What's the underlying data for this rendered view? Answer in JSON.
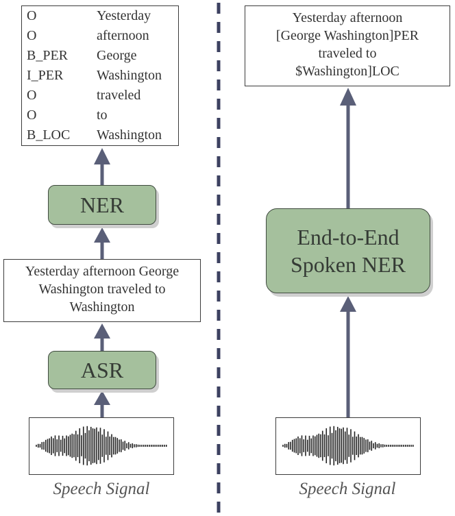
{
  "pipeline": {
    "tagged_output": [
      {
        "tag": "O",
        "token": "Yesterday"
      },
      {
        "tag": "O",
        "token": "afternoon"
      },
      {
        "tag": "B_PER",
        "token": "George"
      },
      {
        "tag": "I_PER",
        "token": "Washington"
      },
      {
        "tag": "O",
        "token": "traveled"
      },
      {
        "tag": "O",
        "token": "to"
      },
      {
        "tag": "B_LOC",
        "token": "Washington"
      }
    ],
    "ner_label": "NER",
    "asr_output_lines": [
      "Yesterday afternoon George",
      "Washington traveled to",
      "Washington"
    ],
    "asr_label": "ASR",
    "input_caption": "Speech Signal"
  },
  "end_to_end": {
    "output_lines": [
      "Yesterday afternoon",
      "[George Washington]PER",
      "traveled to",
      "$Washington]LOC"
    ],
    "model_label_lines": [
      "End-to-End",
      "Spoken NER"
    ],
    "input_caption": "Speech Signal"
  },
  "colors": {
    "model_box_fill": "#a5c09d",
    "arrow": "#5a5f78",
    "divider": "#3c4160"
  }
}
